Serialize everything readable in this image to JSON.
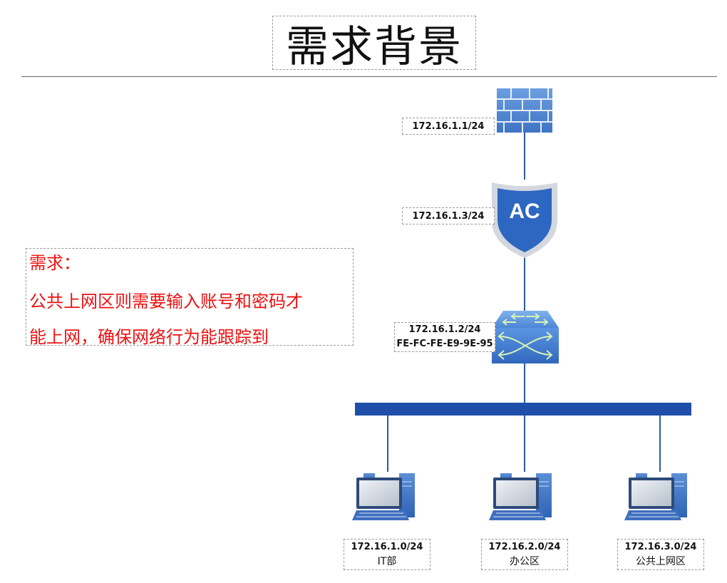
{
  "title": "需求背景",
  "requirement": {
    "heading": "需求：",
    "lines": [
      "公共上网区则需要输入账号和密码才",
      "能上网，确保网络行为能跟踪到"
    ]
  },
  "firewall": {
    "ip": "172.16.1.1/24"
  },
  "ac": {
    "ip": "172.16.1.3/24",
    "logo_text": "AC"
  },
  "switch": {
    "ip": "172.16.1.2/24",
    "mac": "FE-FC-FE-E9-9E-95"
  },
  "hosts": [
    {
      "ip": "172.16.1.0/24",
      "name": "IT部"
    },
    {
      "ip": "172.16.2.0/24",
      "name": "办公区"
    },
    {
      "ip": "172.16.3.0/24",
      "name": "公共上网区"
    }
  ],
  "colors": {
    "requirement_text": "#ee1111",
    "bus": "#1f4fa8",
    "links": "#2c5aa0",
    "shield": "#2d67c2"
  }
}
